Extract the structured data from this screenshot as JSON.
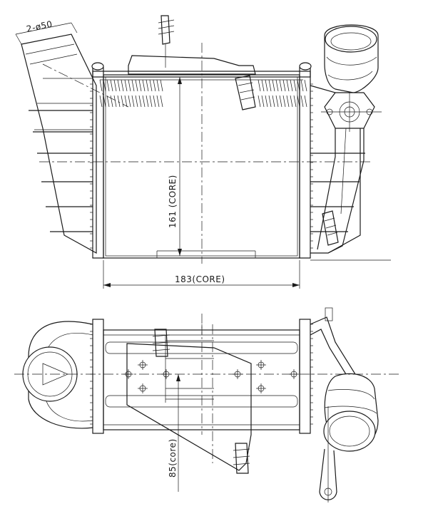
{
  "drawing": {
    "top_view": {
      "dim_inlet": "2-ø50",
      "dim_height": "161 (CORE)",
      "dim_width": "183(CORE)"
    },
    "bottom_view": {
      "dim_depth": "85(core)"
    },
    "line_color": "#1a1a1a",
    "background": "#ffffff"
  }
}
